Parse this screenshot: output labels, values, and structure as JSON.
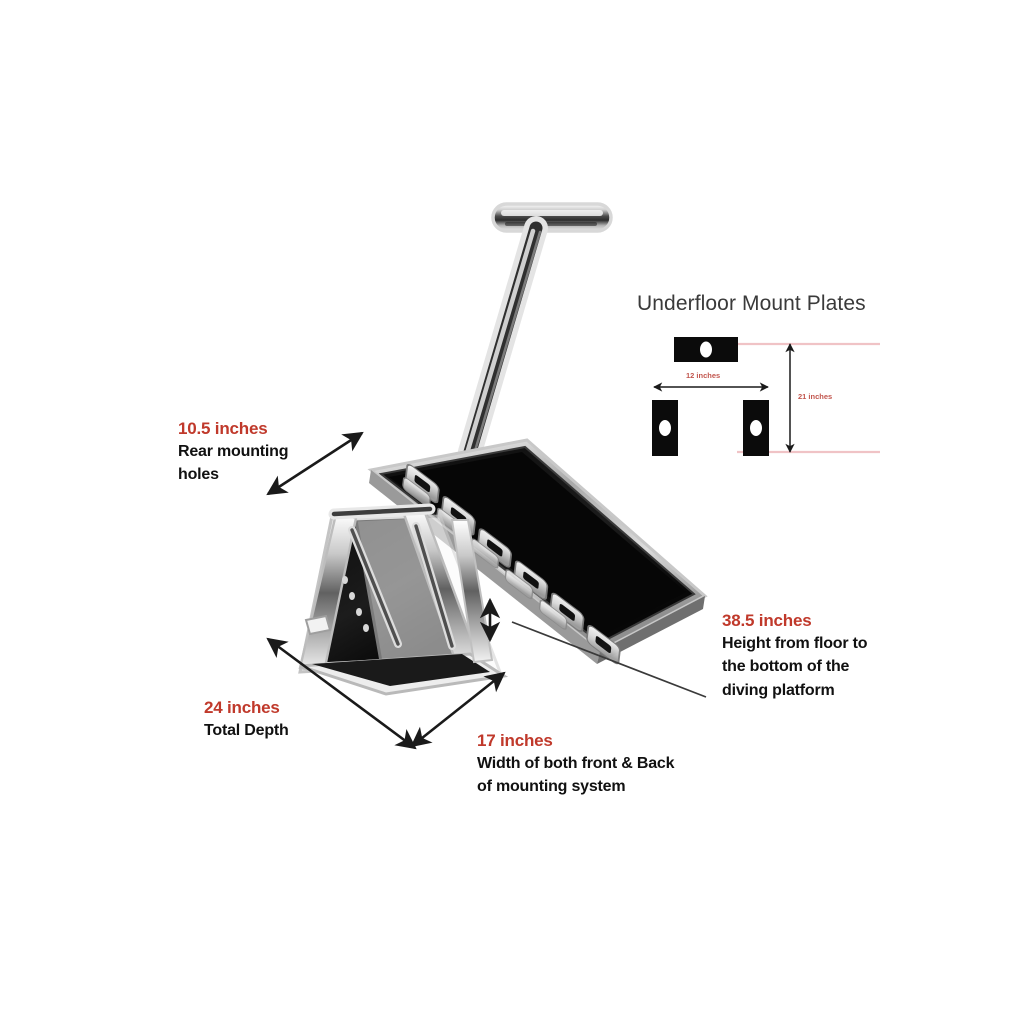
{
  "page": {
    "background": "#ffffff",
    "accent_red": "#c0392b",
    "inset_line_pink": "#f0c3c6",
    "text_dark": "#111111"
  },
  "product": {
    "name": "dog diving platform",
    "parts": [
      "t-handle",
      "adjust-rod",
      "diving-platform-deck",
      "deck-logo",
      "a-frame-base"
    ]
  },
  "callouts": [
    {
      "id": "rear-mounting-holes",
      "dimension": "10.5 inches",
      "description_lines": [
        "Rear mounting",
        "holes"
      ]
    },
    {
      "id": "height-from-floor",
      "dimension": "38.5 inches",
      "description_lines": [
        "Height from floor to",
        "the bottom of the",
        "diving platform"
      ]
    },
    {
      "id": "total-depth",
      "dimension": "24 inches",
      "description_lines": [
        "Total Depth"
      ]
    },
    {
      "id": "mounting-width",
      "dimension": "17 inches",
      "description_lines": [
        "Width of both front & Back",
        "of mounting system"
      ]
    }
  ],
  "callout_text": {
    "rear_dim": "10.5 inches",
    "rear_desc_1": "Rear mounting",
    "rear_desc_2": "holes",
    "height_dim": "38.5 inches",
    "height_desc_1": "Height from floor to",
    "height_desc_2": "the bottom of the",
    "height_desc_3": "diving platform",
    "depth_dim": "24 inches",
    "depth_desc_1": "Total Depth",
    "width_dim": "17 inches",
    "width_desc_1": "Width of both front & Back",
    "width_desc_2": "of mounting system"
  },
  "inset": {
    "title": "Underfloor Mount Plates",
    "horizontal_dim": "12 inches",
    "vertical_dim": "21 inches",
    "plate_count": 3,
    "plate_color": "#0b0b0b",
    "hole_color": "#ffffff"
  }
}
